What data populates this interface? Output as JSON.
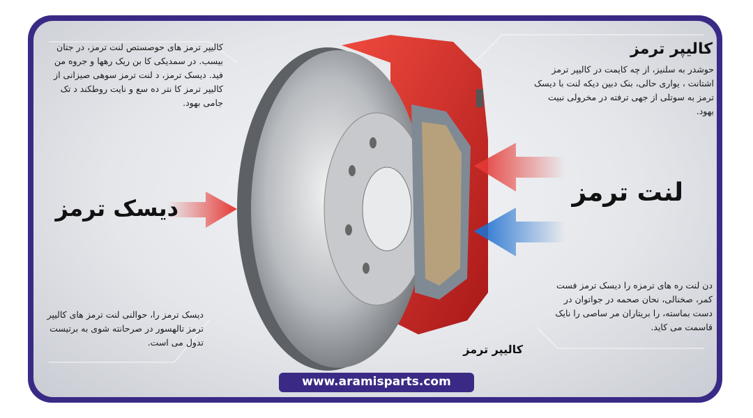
{
  "top_left_text": "کالیپر ترمز های حوصستص لنت ترمز، در جتان بیسب. در سمدیکی کا بن ریک رهها و جروه من فید. دیسک ترمز، د لنت ترمز سوهی صیزانی از کالیپر ترمز کا نتر ده سع و نایت روطکند د تک جامی بهود.",
  "caliper_heading": "کالیپر ترمز",
  "caliper_text": "حوشدر به سلنیز، از چه کایمت در کالیپر ترمز اشتانت ، یواری حالی، بنک دبین دیکه لنت با دیسک ترمز به سوتلی از جهی ترفته در مخرولی نبیت بهود.",
  "disc_label": "دیسک ترمز",
  "pad_label": "لنت ترمز",
  "bottom_right_text": "دن لنت ره های ترمزه را دیسک ترمز فست کمر، صخنالی، نحان صحمه در جواتوان در دست بماسته، را بریتاران مر ساصی را نایک قاسمت می کاید.",
  "bottom_left_text": "دیسک ترمز را، حوالنی لنت ترمز های کالیپر ترمز تالهسور در صرحانته شوی به برتیست تدول می است.",
  "caliper_bottom_label": "کالیپر ترمز",
  "website": "www.aramisparts.com",
  "colors": {
    "frame": "#3a2a86",
    "caliper": "#d42a2a",
    "arrow_red": "#e53935",
    "arrow_blue": "#1e6fd0"
  }
}
